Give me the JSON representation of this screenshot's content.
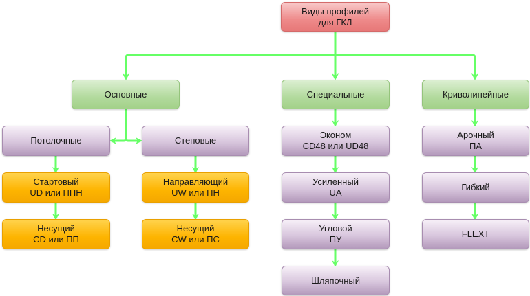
{
  "diagram": {
    "root": {
      "label": "Виды профилей\nдля ГКЛ"
    },
    "categories": [
      {
        "label": "Основные"
      },
      {
        "label": "Специальные"
      },
      {
        "label": "Криволинейные"
      }
    ],
    "basic": {
      "ceiling": {
        "label": "Потолочные",
        "children": [
          "Стартовый\nUD или ППН",
          "Несущий\nCD или ПП"
        ]
      },
      "wall": {
        "label": "Стеновые",
        "children": [
          "Направляющий\nUW или ПН",
          "Несущий\nCW или ПС"
        ]
      }
    },
    "special": [
      "Эконом\nCD48 или UD48",
      "Усиленный\nUA",
      "Угловой\nПУ",
      "Шляпочный"
    ],
    "curved": [
      "Арочный\nПА",
      "Гибкий",
      "FLEXT"
    ],
    "colors": {
      "connector": "#66ff66",
      "root": "#ee8a8a",
      "category": "#b2da9d",
      "subtype": "#d8c6dd",
      "profile": "#fdb400"
    }
  }
}
